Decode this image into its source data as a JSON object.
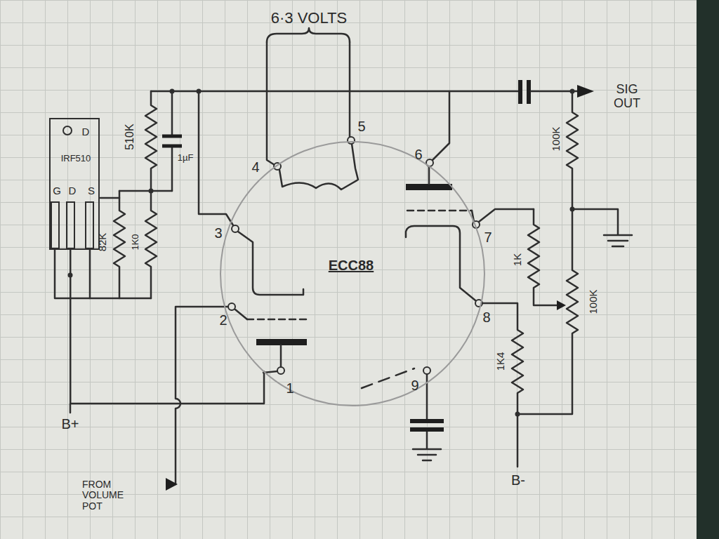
{
  "diagram": {
    "nodes": [
      {
        "text": [
          "D",
          "IRF510",
          "G",
          "D",
          "S"
        ]
      },
      {
        "text": [
          "ECC88"
        ]
      }
    ],
    "edges": [
      {
        "from": 0,
        "to": 1,
        "arrow": "none"
      }
    ],
    "labels": [
      "6·3 VOLTS",
      "510K",
      "1µF",
      "82K",
      "1K0",
      "4",
      "5",
      "6",
      "3",
      "7",
      "2",
      "8",
      "1",
      "9",
      "1K",
      "1K4",
      "100K",
      "100K",
      "SIG OUT",
      "B+",
      "B-",
      "FROM VOLUME POT"
    ]
  }
}
